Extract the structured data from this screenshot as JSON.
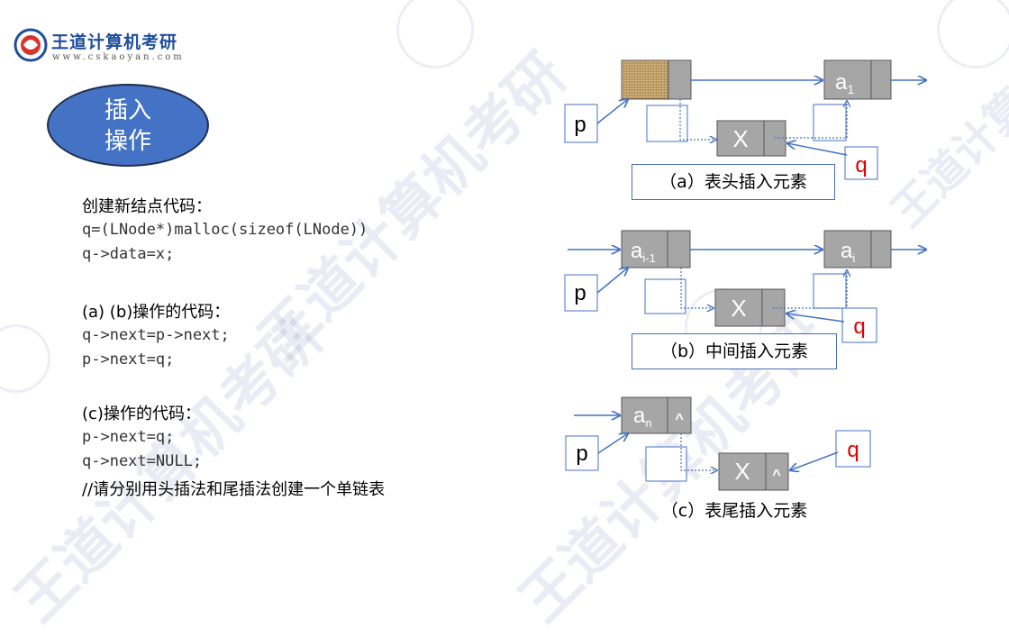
{
  "logo": {
    "name": "王道计算机考研",
    "url": "www.cskaoyan.com"
  },
  "title_bubble": {
    "line1": "插入",
    "line2": "操作"
  },
  "code": {
    "create_heading": "创建新结点代码：",
    "create_line1": "q=(LNode*)malloc(sizeof(LNode))",
    "create_line2": "q->data=x;",
    "ab_heading": "(a) (b)操作的代码：",
    "ab_line1": "q->next=p->next;",
    "ab_line2": "p->next=q;",
    "c_heading": "(c)操作的代码：",
    "c_line1": "p->next=q;",
    "c_line2": "q->next=NULL;",
    "comment": "//请分别用头插法和尾插法创建一个单链表"
  },
  "diagram_a": {
    "p": "p",
    "a1": "a",
    "a1_sub": "1",
    "x": "X",
    "q": "q",
    "caption": "（a）表头插入元素"
  },
  "diagram_b": {
    "p": "p",
    "ai1": "a",
    "ai1_sub": "i-1",
    "ai": "a",
    "ai_sub": "i",
    "x": "X",
    "q": "q",
    "caption": "（b）中间插入元素"
  },
  "diagram_c": {
    "p": "p",
    "an": "a",
    "an_sub": "n",
    "an_null": "^",
    "x": "X",
    "x_null": "^",
    "q": "q",
    "caption": "（c）表尾插入元素"
  },
  "colors": {
    "node_fill": "#a6a6a6",
    "arrow": "#4472c4",
    "q_text": "#e00000",
    "bubble": "#4472c4"
  }
}
